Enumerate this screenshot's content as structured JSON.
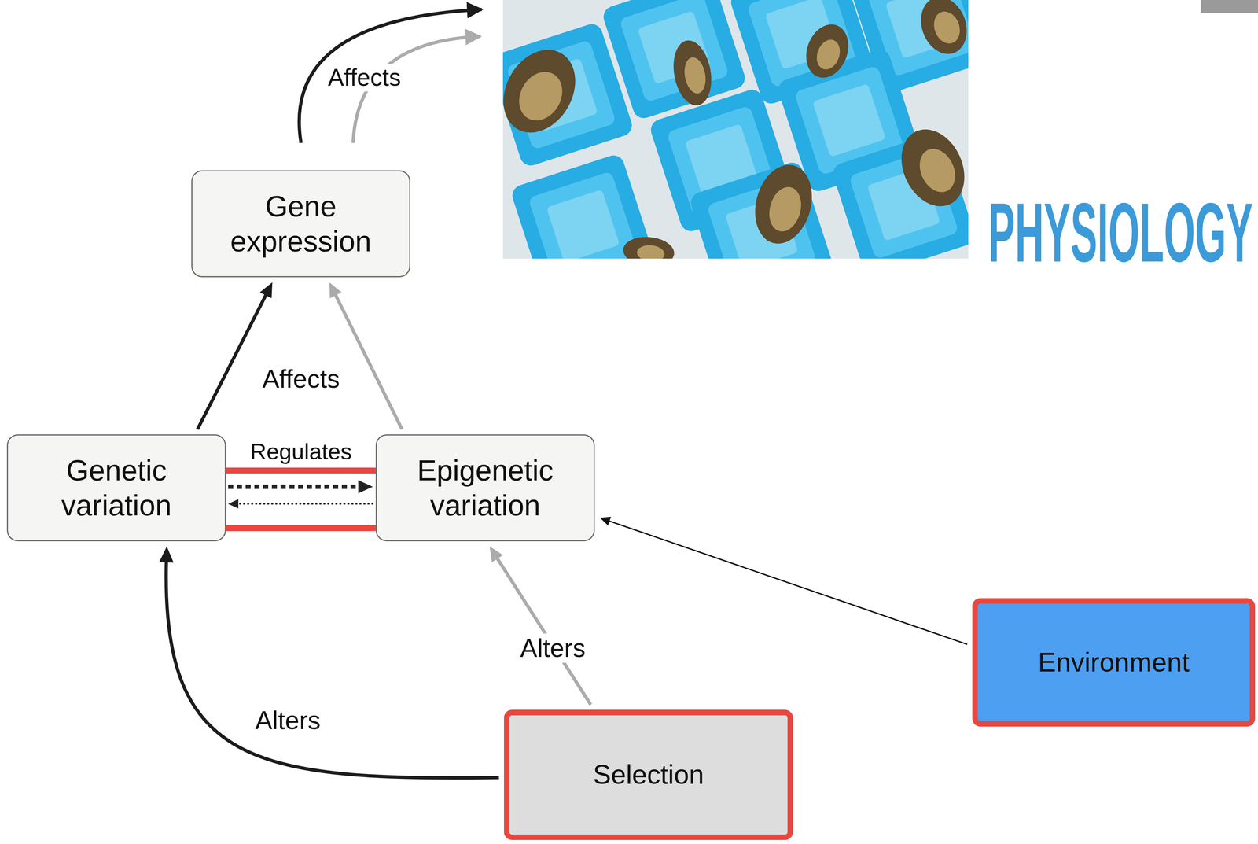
{
  "diagram": {
    "title": "PHYSIOLOGY",
    "nodes": [
      {
        "text": [
          "Gene expression"
        ]
      },
      {
        "text": [
          "Genetic variation"
        ]
      },
      {
        "text": [
          "Epigenetic variation"
        ]
      },
      {
        "text": [
          "Environment"
        ]
      },
      {
        "text": [
          "Selection"
        ]
      }
    ],
    "edges": [
      {
        "from": 1,
        "to": 0,
        "arrow": "to"
      },
      {
        "from": 2,
        "to": 0,
        "arrow": "to"
      },
      {
        "from": 1,
        "to": 2,
        "label": "Regulates",
        "arrow": "both"
      },
      {
        "from": 3,
        "to": 2,
        "arrow": "to"
      },
      {
        "from": 4,
        "to": 1,
        "label": "Alters",
        "arrow": "to"
      },
      {
        "from": 4,
        "to": 2,
        "label": "Alters",
        "arrow": "to"
      }
    ],
    "labels": [
      "Affects",
      "Affects"
    ]
  }
}
